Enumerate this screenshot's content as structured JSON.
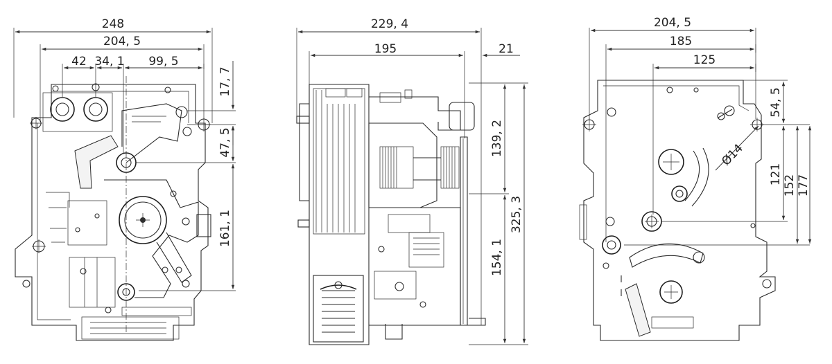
{
  "views": [
    {
      "id": "front",
      "dims": {
        "d248": "248",
        "d204_5": "204, 5",
        "d42": "42",
        "d34_1": "34, 1",
        "d99_5": "99, 5",
        "d17_7": "17, 7",
        "d47_5": "47, 5",
        "d161_1": "161, 1"
      }
    },
    {
      "id": "side",
      "dims": {
        "d229_4": "229, 4",
        "d195": "195",
        "d21": "21",
        "d139_2": "139, 2",
        "d325_3": "325, 3",
        "d154_1": "154, 1"
      }
    },
    {
      "id": "rear",
      "dims": {
        "d204_5": "204, 5",
        "d185": "185",
        "d125": "125",
        "d54_5": "54, 5",
        "dphi14": "Ø14",
        "d121": "121",
        "d152": "152",
        "d177": "177"
      }
    }
  ],
  "colors": {
    "line": "#2a2a2a",
    "background": "#ffffff"
  }
}
